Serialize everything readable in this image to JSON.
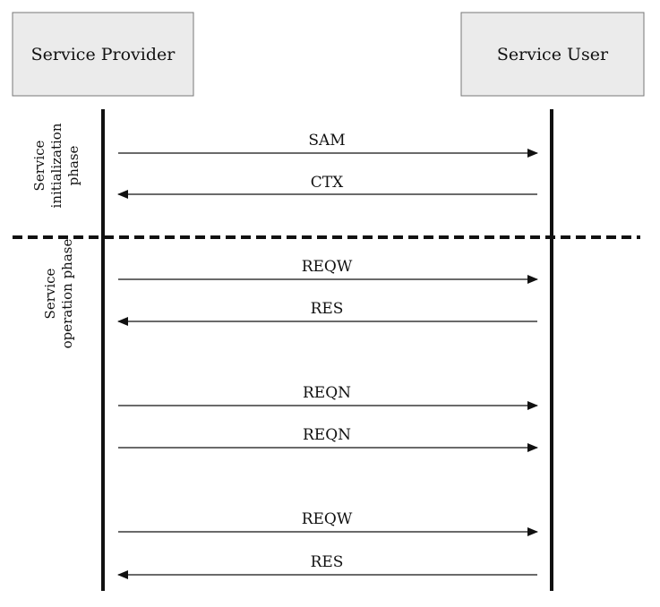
{
  "actors": {
    "provider": {
      "label": "Service Provider"
    },
    "user": {
      "label": "Service User"
    }
  },
  "phases": {
    "initialization": {
      "lines": [
        "Service",
        "initialization",
        "phase"
      ]
    },
    "operation": {
      "lines": [
        "Service",
        "operation phase"
      ]
    }
  },
  "messages": [
    {
      "label": "SAM",
      "direction": "to-user"
    },
    {
      "label": "CTX",
      "direction": "to-provider"
    },
    {
      "label": "REQW",
      "direction": "to-user"
    },
    {
      "label": "RES",
      "direction": "to-provider"
    },
    {
      "label": "REQN",
      "direction": "to-user"
    },
    {
      "label": "REQN",
      "direction": "to-user"
    },
    {
      "label": "REQW",
      "direction": "to-user"
    },
    {
      "label": "RES",
      "direction": "to-provider"
    }
  ],
  "colors": {
    "actor_box_fill": "#ebebeb",
    "actor_box_stroke": "#777777",
    "line": "#111111"
  }
}
